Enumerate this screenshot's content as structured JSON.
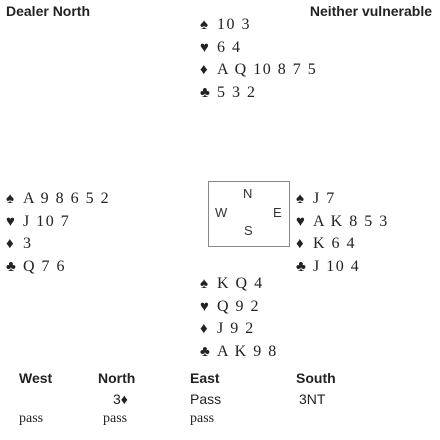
{
  "header": {
    "dealer": "Dealer North",
    "vulnerability": "Neither vulnerable"
  },
  "suits": {
    "spades": {
      "symbol": "♠",
      "icon": "spade-icon"
    },
    "hearts": {
      "symbol": "♥",
      "icon": "heart-icon"
    },
    "diamonds": {
      "symbol": "♦",
      "icon": "diamond-icon"
    },
    "clubs": {
      "symbol": "♣",
      "icon": "club-icon"
    }
  },
  "hands": {
    "north": {
      "spades": "103",
      "hearts": "64",
      "diamonds": "AQ10875",
      "clubs": "532"
    },
    "west": {
      "spades": "A98652",
      "hearts": "J107",
      "diamonds": "3",
      "clubs": "Q76"
    },
    "east": {
      "spades": "J7",
      "hearts": "AK853",
      "diamonds": "K64",
      "clubs": "J104"
    },
    "south": {
      "spades": "KQ4",
      "hearts": "Q92",
      "diamonds": "J92",
      "clubs": "AK98"
    }
  },
  "compass": {
    "n": "N",
    "w": "W",
    "e": "E",
    "s": "S"
  },
  "auction": {
    "headers": [
      "West",
      "North",
      "East",
      "South"
    ],
    "rows": [
      [
        "",
        "3♦",
        "Pass",
        "3NT"
      ],
      [
        "pass",
        "pass",
        "pass",
        ""
      ]
    ]
  }
}
